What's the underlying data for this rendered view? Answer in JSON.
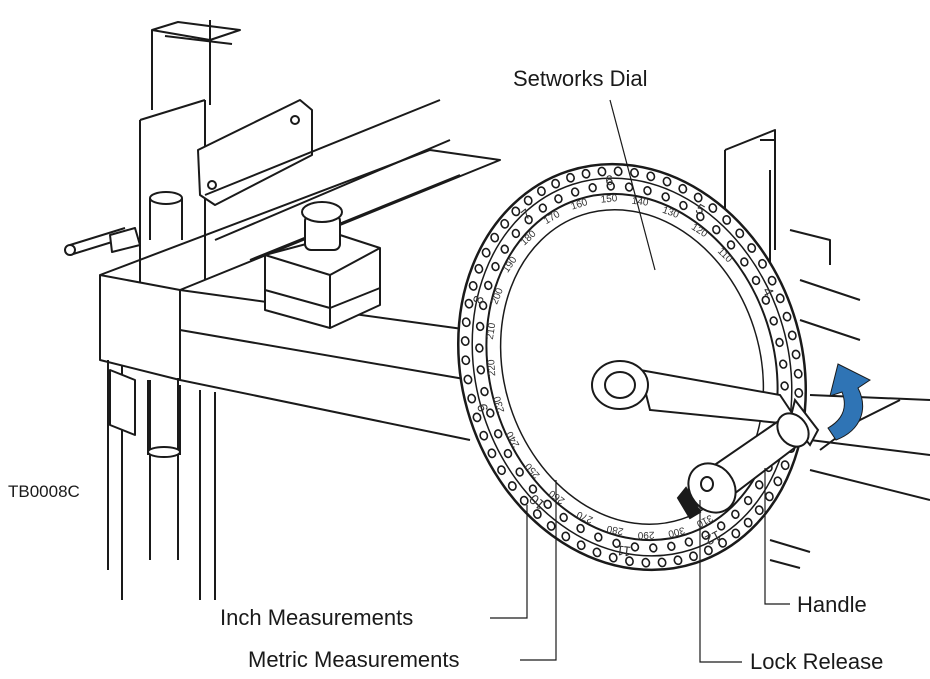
{
  "figure_id": "TB0008C",
  "callouts": {
    "setworks_dial": "Setworks Dial",
    "inch_measurements": "Inch Measurements",
    "metric_measurements": "Metric Measurements",
    "handle": "Handle",
    "lock_release": "Lock Release"
  },
  "metric_scale": [
    "110",
    "120",
    "130",
    "140",
    "150",
    "160",
    "170",
    "180",
    "190",
    "200",
    "210",
    "220",
    "230",
    "240",
    "250",
    "260",
    "270",
    "280",
    "290",
    "300",
    "310"
  ],
  "inch_scale": [
    "4",
    "5",
    "6",
    "7",
    "8",
    "9",
    "10",
    "11",
    "12"
  ],
  "colors": {
    "line": "#1a1a1a",
    "arrow": "#2f74b5",
    "background": "#ffffff"
  }
}
